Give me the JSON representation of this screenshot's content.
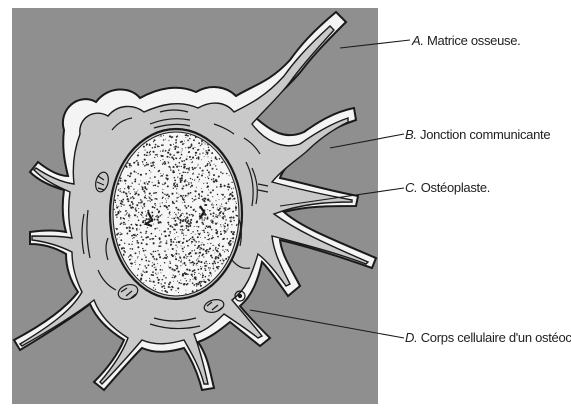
{
  "labels": {
    "a": {
      "key": "A.",
      "text": "Matrice osseuse."
    },
    "b": {
      "key": "B.",
      "text": "Jonction  communicante"
    },
    "c": {
      "key": "C.",
      "text": "Ostéoplaste."
    },
    "d": {
      "key": "D.",
      "text": "Corps cellulaire d'un ostéocyte."
    }
  },
  "colors": {
    "matrix": "#8f8f8f",
    "lacuna": "#f4f4f4",
    "cytoplasm": "#c9c9c9",
    "nucleus": "#f6f6f6",
    "ink": "#1a1a1a"
  }
}
